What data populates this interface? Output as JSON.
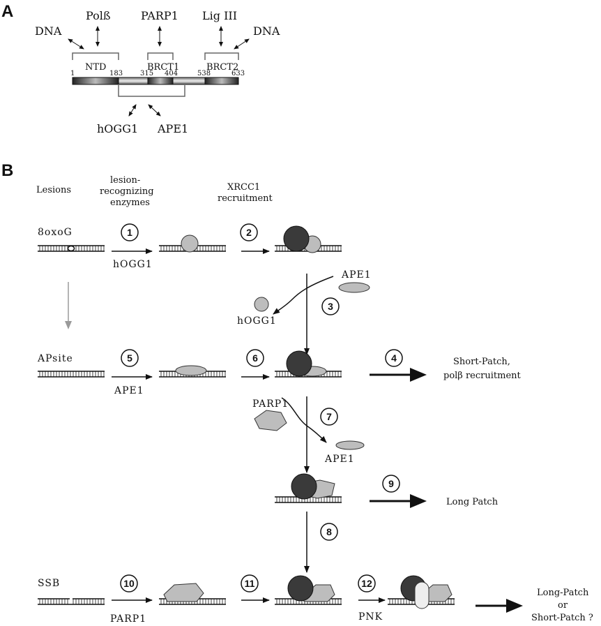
{
  "panel_a": {
    "letter": "A",
    "partners_top": [
      "DNA",
      "Polß",
      "PARP1",
      "Lig III",
      "DNA"
    ],
    "domains": [
      "NTD",
      "BRCT1",
      "BRCT2"
    ],
    "positions": [
      "1",
      "183",
      "315",
      "404",
      "538",
      "633"
    ],
    "partners_bottom": [
      "hOGG1",
      "APE1"
    ]
  },
  "panel_b": {
    "letter": "B",
    "headers": {
      "lesions": "Lesions",
      "enzymes": [
        "lesion-",
        "recognizing",
        "enzymes"
      ],
      "xrcc1": [
        "XRCC1",
        "recruitment"
      ]
    },
    "lesions": {
      "oxog": "8oxoG",
      "apsite": "APsite",
      "ssb": "SSB"
    },
    "enzymes": {
      "hogg1_step1": "hOGG1",
      "ape1_step5": "APE1",
      "parp1_step10": "PARP1",
      "ape1_incoming": "APE1",
      "hogg1_released": "hOGG1",
      "parp1_incoming": "PARP1",
      "ape1_released": "APE1",
      "pnk": "PNK"
    },
    "steps": [
      "1",
      "2",
      "3",
      "4",
      "5",
      "6",
      "7",
      "8",
      "9",
      "10",
      "11",
      "12"
    ],
    "outcomes": {
      "short_patch": [
        "Short-Patch,",
        "polβ recruitment"
      ],
      "long_patch": "Long Patch",
      "final": [
        "Long-Patch",
        "or",
        "Short-Patch ?"
      ]
    },
    "colors": {
      "xrcc1": "#3a3a3a",
      "enzyme": "#bdbdbd",
      "pnk": "#eeeeee",
      "dna": "#111111",
      "grey_arrow": "#9a9a9a"
    }
  }
}
